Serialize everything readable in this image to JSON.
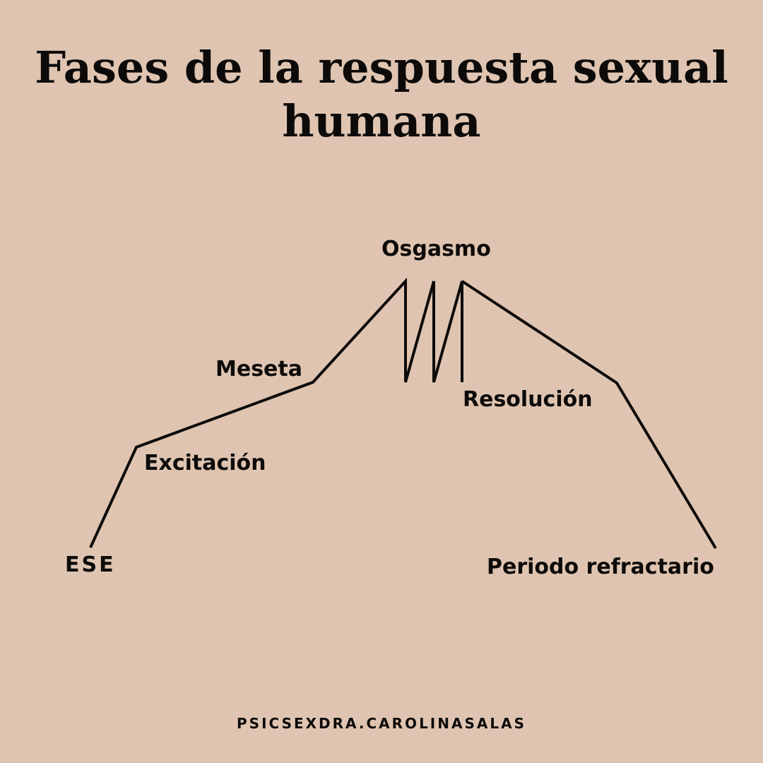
{
  "title": {
    "line1": "Fases de la respuesta sexual",
    "line2": "humana"
  },
  "labels": {
    "ese": "ESE",
    "excitacion": "Excitación",
    "meseta": "Meseta",
    "orgasmo": "Osgasmo",
    "resolucion": "Resolución",
    "refractario": "Periodo refractario"
  },
  "footer": "PSICSEXDRA.CAROLINASALAS",
  "colors": {
    "background": "#dfc5b1",
    "ink": "#0d0b0a"
  }
}
